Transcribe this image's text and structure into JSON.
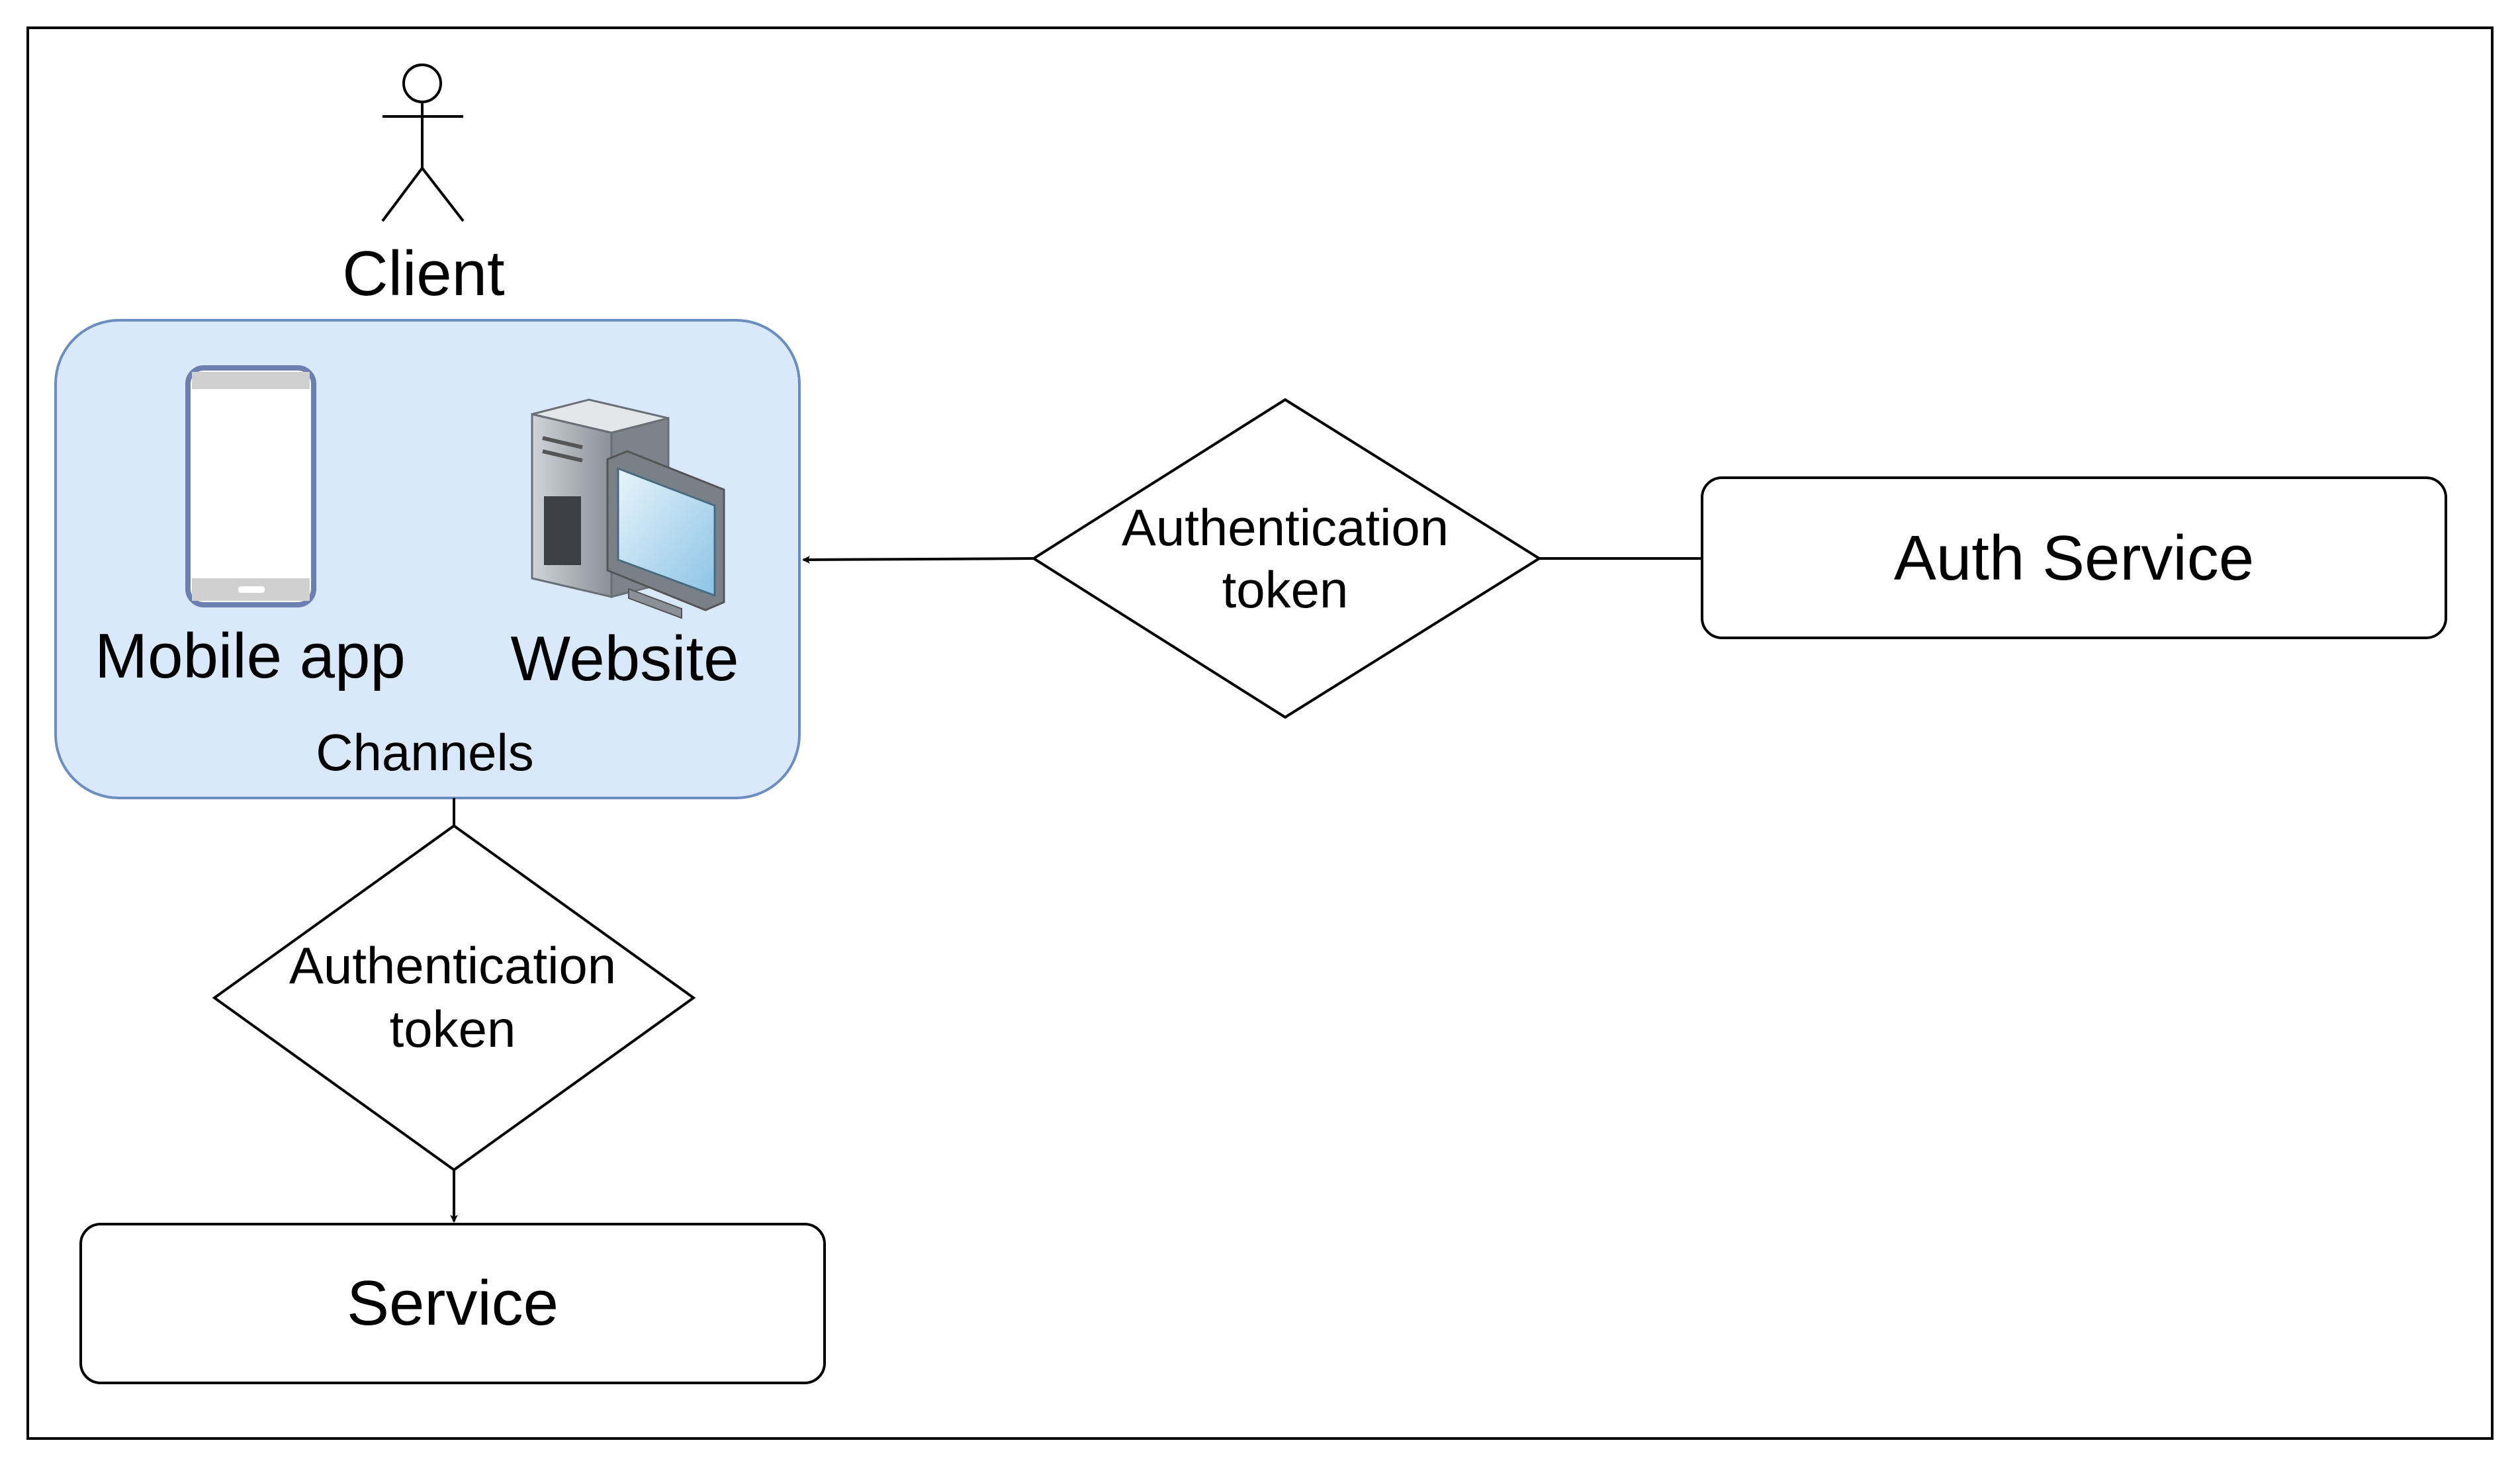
{
  "diagram": {
    "client": {
      "label": "Client"
    },
    "channels": {
      "label": "Channels",
      "fill": "#dae8fc",
      "stroke": "#6c8ebf",
      "items": [
        {
          "label": "Mobile app",
          "icon": "mobile-phone-icon"
        },
        {
          "label": "Website",
          "icon": "desktop-computer-icon"
        }
      ]
    },
    "decisions": {
      "horizontal": {
        "line1": "Authentication",
        "line2": "token"
      },
      "vertical": {
        "line1": "Authentication",
        "line2": "token"
      }
    },
    "auth_service": {
      "label": "Auth Service"
    },
    "service": {
      "label": "Service"
    }
  }
}
